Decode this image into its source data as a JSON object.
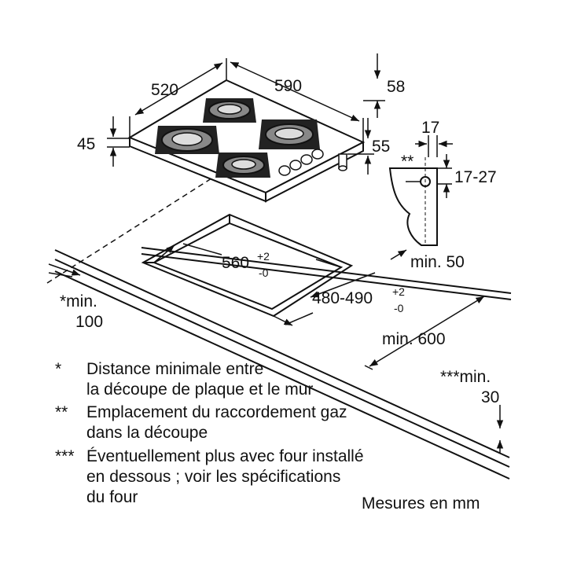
{
  "dimensions": {
    "hob_width": "520",
    "hob_depth_front": "590",
    "depth_58": "58",
    "height_45": "45",
    "depth_55": "55",
    "conn_17": "17",
    "conn_star": "**",
    "conn_17_27": "17-27",
    "min_50": "min. 50",
    "cutout_width": "560",
    "cutout_width_sup_plus": "+2",
    "cutout_width_sup_minus": "-0",
    "cutout_depth": "480-490",
    "cutout_depth_sup_plus": "+2",
    "cutout_depth_sup_minus": "-0",
    "min_100_line1": "*min.",
    "min_100_line2": "100",
    "min_600": "min. 600",
    "min_30_line1": "***min.",
    "min_30_line2": "30"
  },
  "notes": [
    {
      "mark": "*",
      "lines": [
        "Distance minimale entre",
        "la découpe de plaque et le mur"
      ]
    },
    {
      "mark": "**",
      "lines": [
        "Emplacement du raccordement gaz",
        "dans la découpe"
      ]
    },
    {
      "mark": "***",
      "lines": [
        "Éventuellement plus avec four installé",
        "en dessous ; voir les spécifications",
        "du four"
      ]
    }
  ],
  "units_label": "Mesures en mm",
  "colors": {
    "line": "#111111",
    "background": "#ffffff"
  }
}
